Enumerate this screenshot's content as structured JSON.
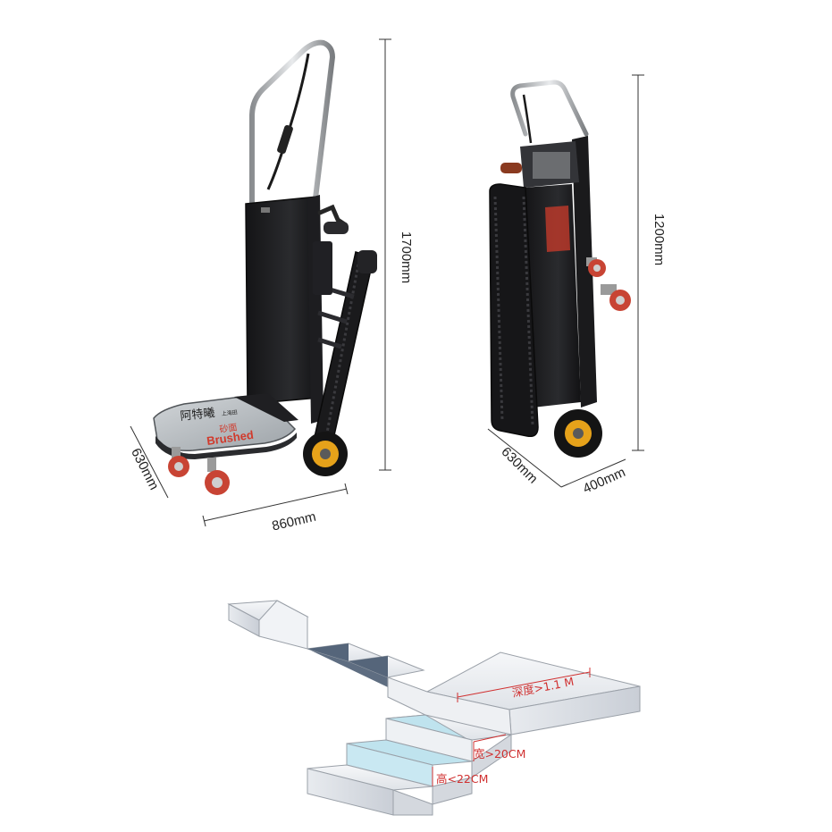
{
  "dimensions": {
    "full_height": "1700mm",
    "full_depth": "630mm",
    "full_length": "860mm",
    "folded_height": "1200mm",
    "folded_depth": "630mm",
    "folded_width": "400mm"
  },
  "platform_print": {
    "brand": "阿特曦",
    "small_text": "上海田",
    "texture": "砂面",
    "texture_en": "Brushed"
  },
  "stairs": {
    "depth_label": "深度>1.1 M",
    "width_label": "宽>20CM",
    "height_label": "高<22CM"
  },
  "colors": {
    "frame": "#1c1c1e",
    "platform": "#b7bcc0",
    "wheel_rim": "#e6a21a",
    "caster_wheel": "#c84434",
    "dimension_line": "#333333",
    "stair_label": "#d03030",
    "stair_shade": "#55657a",
    "stair_highlight": "#bfe3ee"
  }
}
